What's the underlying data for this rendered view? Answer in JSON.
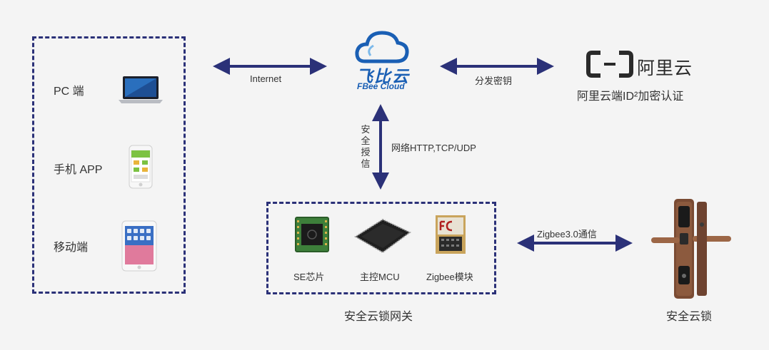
{
  "left_panel": {
    "items": [
      {
        "label": "PC 端"
      },
      {
        "label": "手机 APP"
      },
      {
        "label": "移动端"
      }
    ]
  },
  "fbee": {
    "logo_text": "飞比云",
    "logo_sub": "FBee Cloud"
  },
  "aliyun": {
    "logo_text": "阿里云",
    "caption": "阿里云端ID²加密认证"
  },
  "edges": {
    "internet": "Internet",
    "key_distribution": "分发密钥",
    "secure_auth": "安全授信",
    "network": "网络HTTP,TCP/UDP",
    "zigbee_comm": "Zigbee3.0通信"
  },
  "gateway": {
    "title": "安全云锁网关",
    "chips": [
      {
        "label": "SE芯片"
      },
      {
        "label": "主控MCU"
      },
      {
        "label": "Zigbee模块"
      }
    ]
  },
  "lock": {
    "caption": "安全云锁"
  },
  "colors": {
    "dash": "#2b3178",
    "arrow": "#2b3178",
    "fbee_blue": "#1a5fb4"
  }
}
